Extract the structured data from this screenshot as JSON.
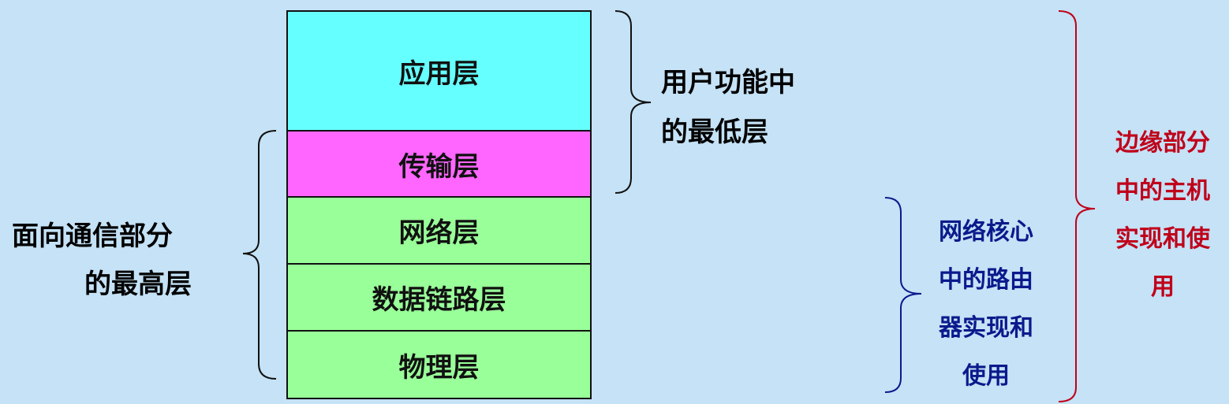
{
  "layers": [
    {
      "name": "应用层",
      "color": "#66ffff"
    },
    {
      "name": "传输层",
      "color": "#ff66ff"
    },
    {
      "name": "网络层",
      "color": "#99ff99"
    },
    {
      "name": "数据链路层",
      "color": "#99ff99"
    },
    {
      "name": "物理层",
      "color": "#99ff99"
    }
  ],
  "annotations": {
    "left": {
      "line1": "面向通信部分",
      "line2": "的最高层",
      "color": "#111111"
    },
    "upper_right": {
      "line1": "用户功能中",
      "line2": "的最低层",
      "color": "#111111"
    },
    "core": {
      "line1": "网络核心",
      "line2": "中的路由",
      "line3": "器实现和",
      "line4": "使用",
      "color": "#0a1a8c"
    },
    "edge": {
      "line1": "边缘部分",
      "line2": "中的主机",
      "line3": "实现和使",
      "line4": "用",
      "color": "#c0001a"
    }
  }
}
